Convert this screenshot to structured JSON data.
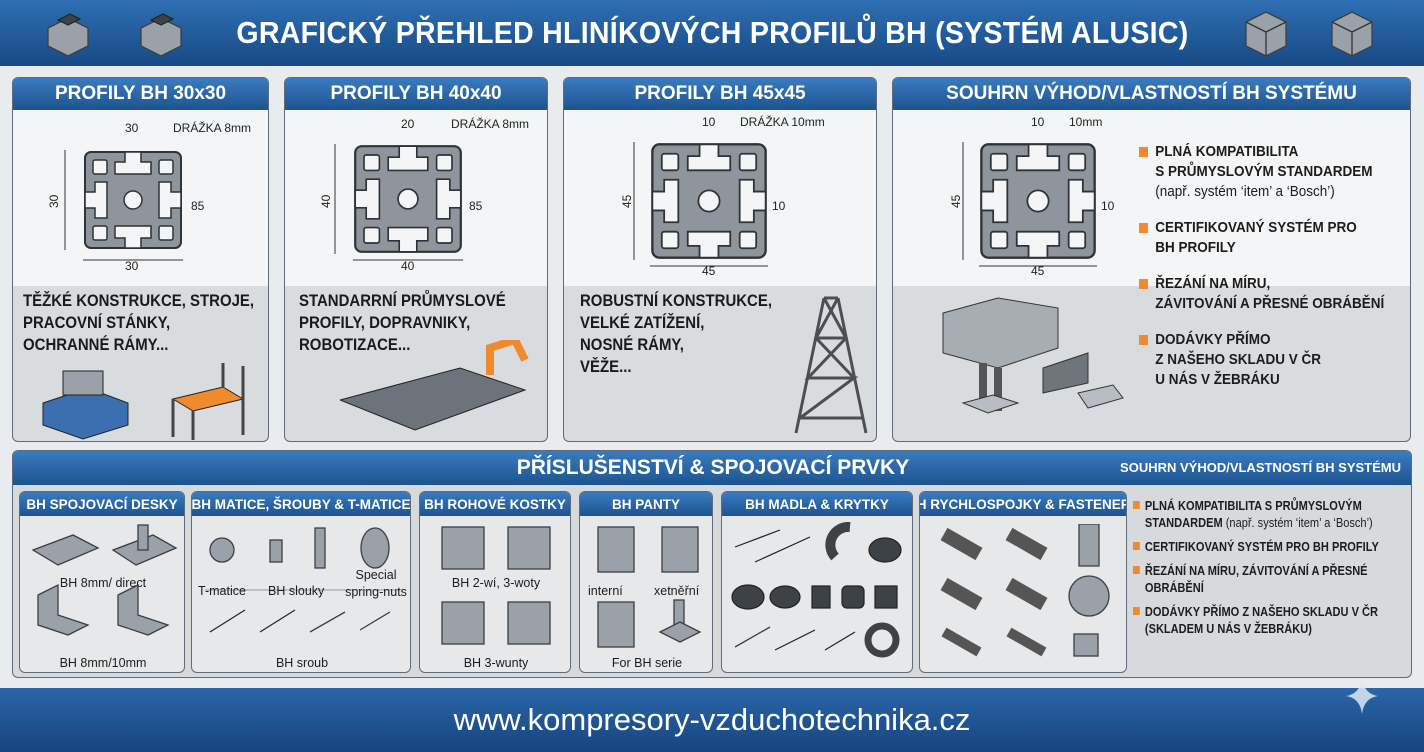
{
  "header": {
    "title": "GRAFICKÝ PŘEHLED HLINÍKOVÝCH PROFILŮ BH (SYSTÉM ALUSIC)"
  },
  "panels": [
    {
      "title": "PROFILY BH 30x30",
      "slot_label": "DRÁŽKA 8mm",
      "dim_top": "30",
      "dim_left": "30",
      "dim_right": "85",
      "dim_bottom": "30",
      "text": [
        "TĚŽKÉ KONSTRUKCE, STROJE,",
        "PRACOVNÍ STÁNKY,",
        "OCHRANNÉ RÁMY..."
      ]
    },
    {
      "title": "PROFILY BH 40x40",
      "slot_label": "DRÁŽKA 8mm",
      "dim_top": "20",
      "dim_left": "40",
      "dim_right": "85",
      "dim_bottom": "40",
      "text": [
        "STANDARRNÍ PRŮMYSLOVÉ",
        "PROFILY, DOPRAVNIKY,",
        "ROBOTIZACE..."
      ]
    },
    {
      "title": "PROFILY BH 45x45",
      "slot_label": "DRÁŽKA 10mm",
      "dim_top": "10",
      "dim_left": "45",
      "dim_right": "10",
      "dim_bottom": "45",
      "text": [
        "ROBUSTNÍ KONSTRUKCE,",
        "VELKÉ ZATÍŽENÍ,",
        "NOSNÉ RÁMY,",
        "VĚŽE..."
      ]
    }
  ],
  "summary": {
    "title": "SOUHRN VÝHOD/VLASTNOSTÍ BH SYSTÉMU",
    "slot_label": "10mm",
    "dim_top": "10",
    "dim_left": "45",
    "dim_right": "10",
    "dim_bottom": "45",
    "bullets": [
      {
        "lines": [
          "PLNÁ KOMPATIBILITA",
          "S PRŮMYSLOVÝM STANDARDEM"
        ],
        "note": "(např. systém ‘item’ a ‘Bosch’)"
      },
      {
        "lines": [
          "CERTIFIKOVANÝ SYSTÉM PRO",
          "BH PROFILY"
        ]
      },
      {
        "lines": [
          "ŘEZÁNÍ NA MÍRU,",
          "ZÁVITOVÁNÍ A PŘESNÉ OBRÁBĚNÍ"
        ]
      },
      {
        "lines": [
          "DODÁVKY PŘÍMO",
          "Z NAŠEHO SKLADU V ČR",
          "U NÁS V ŽEBRÁKU"
        ]
      }
    ]
  },
  "accessories": {
    "title": "PŘÍSLUŠENSTVÍ & SPOJOVACÍ PRVKY",
    "side_title": "SOUHRN VÝHOD/VLASTNOSTÍ BH SYSTÉMU",
    "groups": [
      {
        "title": "BH SPOJOVACÍ DESKY",
        "captions": [
          "BH 8mm/ direct",
          "BH 8mm/10mm"
        ]
      },
      {
        "title": "BH MATICE, ŠROUBY & T-MATICE",
        "captions": [
          "T-matice",
          "BH slouky",
          "Special",
          "spring-nuts",
          "BH sroub"
        ]
      },
      {
        "title": "BH ROHOVÉ KOSTKY",
        "captions": [
          "BH 2-wí, 3-woty",
          "BH 3-wunty"
        ]
      },
      {
        "title": "BH PANTY",
        "captions": [
          "interní",
          "xetněřní",
          "For BH serie"
        ]
      },
      {
        "title": "BH MADLA & KRYTKY",
        "captions": []
      },
      {
        "title": "BH RYCHLOSPOJKY & FASTENERY",
        "captions": []
      }
    ],
    "bullets": [
      {
        "bold": "PLNÁ KOMPATIBILITA S PRŮMYSLOVÝM STANDARDEM",
        "note": "(např. systém ‘item’ a ‘Bosch’)"
      },
      {
        "bold": "CERTIFIKOVANÝ SYSTÉM PRO BH PROFILY"
      },
      {
        "bold": "ŘEZÁNÍ NA MÍRU, ZÁVITOVÁNÍ A PŘESNÉ OBRÁBĚNÍ"
      },
      {
        "bold": "DODÁVKY PŘÍMO Z NAŠEHO SKLADU V ČR (SKLADEM U NÁS V ŽEBRÁKU)"
      }
    ]
  },
  "footer": {
    "url": "www.kompresory-vzduchotechnika.cz"
  },
  "colors": {
    "header_blue": "#1d548f",
    "accent_orange": "#ef8a2e",
    "panel_gray": "#d9dcdf"
  }
}
